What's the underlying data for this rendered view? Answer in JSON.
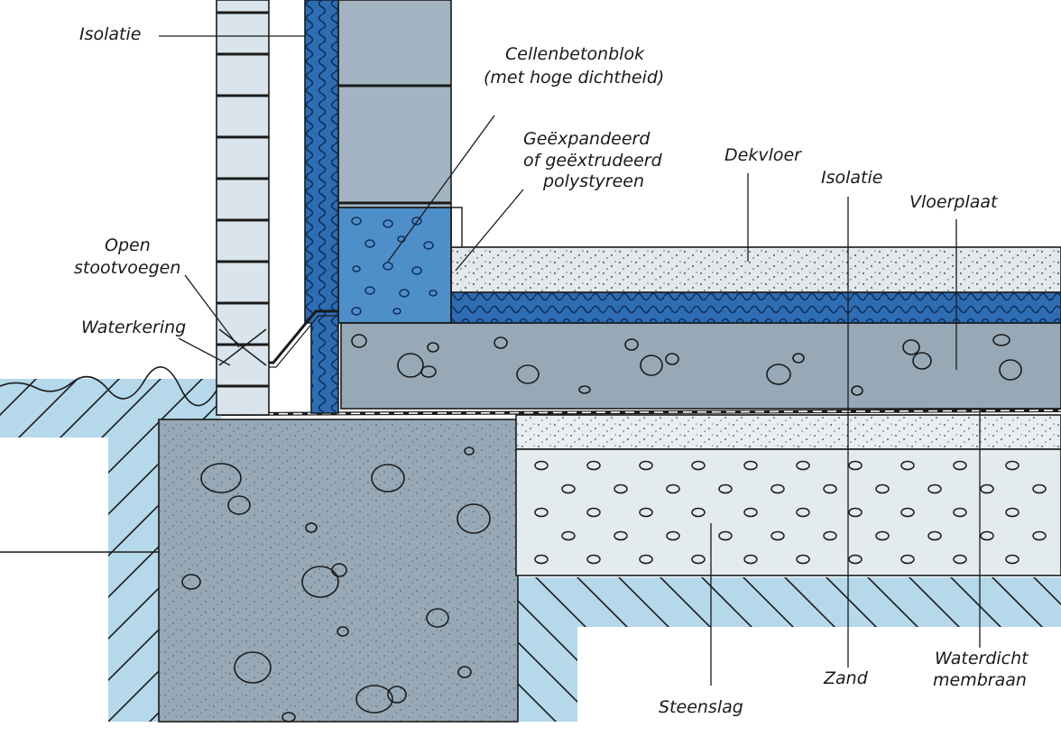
{
  "labels": {
    "isolatie_wall": "Isolatie",
    "cellenbeton_1": "Cellenbetonblok",
    "cellenbeton_2": "(met hoge dichtheid)",
    "polystyreen_1": "Geëxpandeerd",
    "polystyreen_2": "of geëxtrudeerd",
    "polystyreen_3": "polystyreen",
    "dekvloer": "Dekvloer",
    "isolatie_floor": "Isolatie",
    "vloerplaat": "Vloerplaat",
    "open_1": "Open",
    "open_2": "stootvoegen",
    "waterkering": "Waterkering",
    "zand": "Zand",
    "waterdicht_1": "Waterdicht",
    "waterdicht_2": "membraan",
    "steenslag": "Steenslag"
  },
  "colors": {
    "ground": "#b5d8ea",
    "concrete": "#97a9b6",
    "insulation": "#2f6db3",
    "block": "#4f8fc9",
    "screed": "#dde5ea",
    "gravel": "#e3ebef",
    "brick": "#d9e4ec",
    "wall_block": "#a2b4c1",
    "line": "#1a1a1a"
  }
}
